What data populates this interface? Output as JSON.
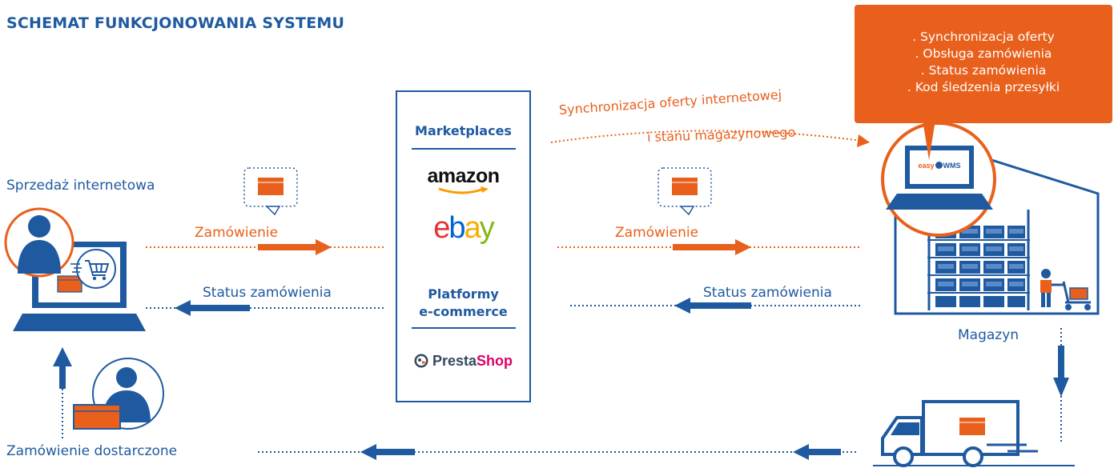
{
  "title": "SCHEMAT FUNKCJONOWANIA SYSTEMU",
  "left_node": {
    "label": "Sprzedaż internetowa"
  },
  "arrows": {
    "order_left": "Zamówienie",
    "status_left": "Status zamówienia",
    "order_right": "Zamówienie",
    "status_right": "Status zamówienia",
    "sync_line1": "Synchronizacja oferty internetowej",
    "sync_line2": "i stanu magazynowego"
  },
  "center": {
    "marketplaces_label": "Marketplaces",
    "amazon_logo": "amazon",
    "ebay_logo": {
      "e": "e",
      "b": "b",
      "a": "a",
      "y": "y"
    },
    "platforms_label_line1": "Platformy",
    "platforms_label_line2": "e-commerce",
    "prestashop_logo": {
      "presta": "Presta",
      "shop": "Shop"
    }
  },
  "callout": {
    "items": [
      ". Synchronizacja oferty",
      ". Obsługa zamówienia",
      ". Status zamówienia",
      ". Kod śledzenia przesyłki"
    ]
  },
  "wms_logo": {
    "easy": "easy",
    "wms": "WMS"
  },
  "warehouse": {
    "label": "Magazyn"
  },
  "delivered": {
    "label": "Zamówienie dostarczone"
  },
  "colors": {
    "blue": "#1f5aa0",
    "orange": "#e8601c",
    "ebay_red": "#e53238",
    "ebay_blue": "#0064d2",
    "ebay_yellow": "#f5af02",
    "ebay_green": "#86b817"
  }
}
